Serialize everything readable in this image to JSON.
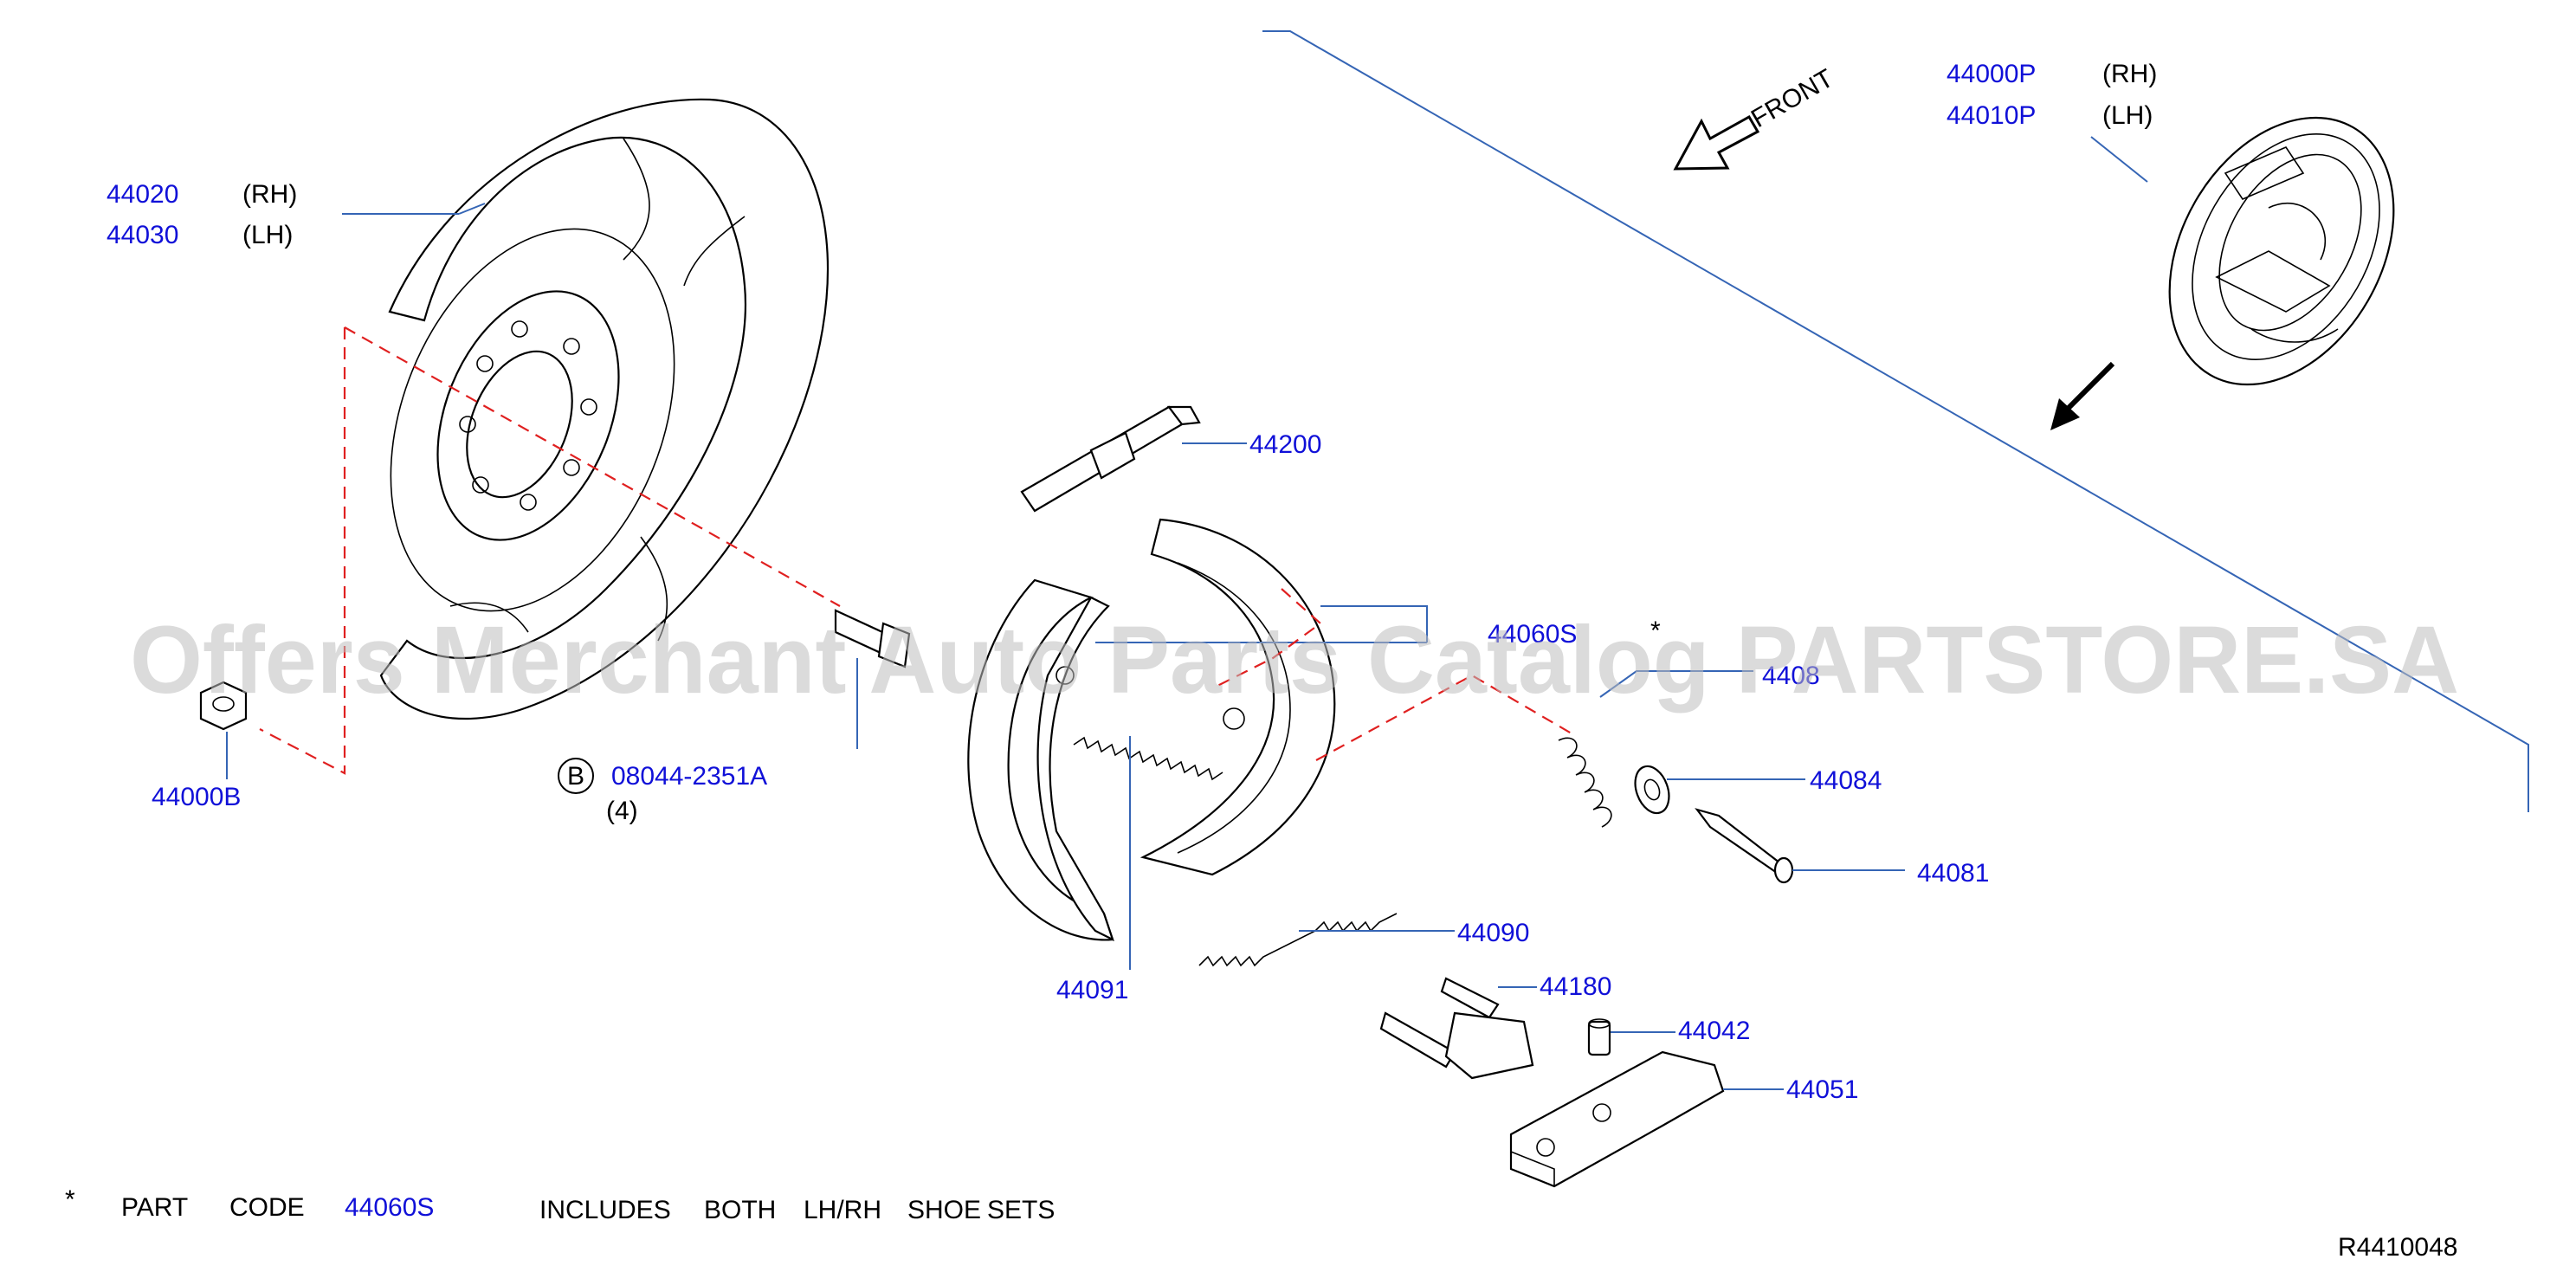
{
  "diagram_id": "R4410048",
  "labels": {
    "p44020": "44020",
    "rh_1": "(RH)",
    "p44030": "44030",
    "lh_1": "(LH)",
    "p44000P": "44000P",
    "rh_2": "(RH)",
    "p44010P": "44010P",
    "lh_2": "(LH)",
    "front": "FRONT",
    "p44200": "44200",
    "p44060s_cut": "44060S",
    "asterisk": "*",
    "p4408x_cut": "4408",
    "p44084": "44084",
    "p44081": "44081",
    "p44090": "44090",
    "p44091": "44091",
    "p44180": "44180",
    "p44042": "44042",
    "p44051": "44051",
    "p44000B": "44000B",
    "bolt_letter": "B",
    "bolt_code": "08044-2351A",
    "bolt_qty": "(4)"
  },
  "footnote": {
    "asterisk": "*",
    "part": "PART",
    "code": "CODE",
    "number": "44060S",
    "includes": "INCLUDES",
    "both": "BOTH",
    "lhrh": "LH/RH",
    "shoe": "SHOE",
    "sets": "SETS"
  },
  "watermark": "Offers Merchant Auto Parts Catalog PARTSTORE.SA",
  "colors": {
    "part_number": "#1010d8",
    "leader_line": "#3565b5",
    "dashed_axis": "#e02020",
    "text": "#000000",
    "watermark": "#bdbdbd"
  }
}
